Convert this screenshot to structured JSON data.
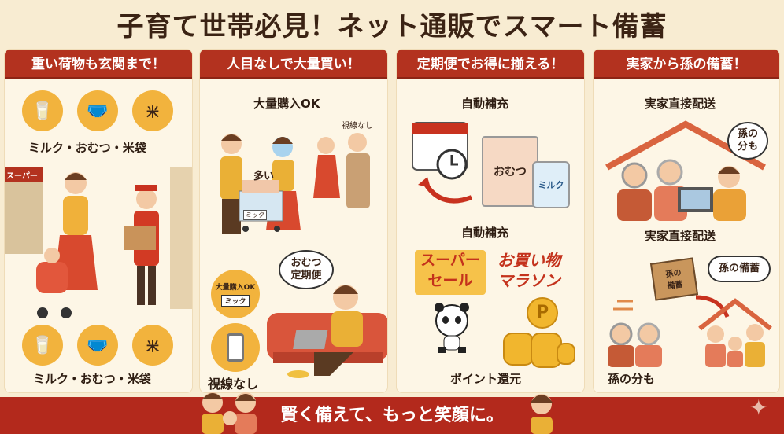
{
  "title": "子育て世帯必見！ネット通販でスマート備蓄",
  "panels": [
    {
      "heading": "重い荷物も玄関まで！",
      "items_top": "ミルク・おむつ・米袋",
      "store_sign": "スーパー",
      "items_bottom": "ミルク・おむつ・米袋",
      "rice_label": "米"
    },
    {
      "heading": "人目なしで大量買い！",
      "caption_top": "大量購入OK",
      "many": "多い",
      "no_gaze_small": "視線なし",
      "cart_label": "ミック",
      "bubble": "おむつ\n定期便",
      "badge": "大量購入OK",
      "badge_cart": "ミック",
      "caption_bottom": "視線なし"
    },
    {
      "heading": "定期便でお得に揃える！",
      "caption_top": "自動補充",
      "diaper_box": "おむつ",
      "milk_can": "ミルク",
      "caption_mid": "自動補充",
      "sale_line1": "スーパー",
      "sale_line2": "セール",
      "marathon_line1": "お買い物",
      "marathon_line2": "マラソン",
      "coin": "P",
      "caption_bottom": "ポイント還元"
    },
    {
      "heading": "実家から孫の備蓄！",
      "caption_top": "実家直接配送",
      "bubble_top": "孫の\n分も",
      "caption_mid": "実家直接配送",
      "box_label": "孫の\n備蓄",
      "bubble_bottom": "孫の備蓄",
      "caption_bottom": "孫の分も"
    }
  ],
  "banner": "賢く備えて、もっと笑顔に。",
  "colors": {
    "accent_red": "#b3321f",
    "background": "#f8ecd2",
    "panel": "#fdf6e6",
    "gold": "#f2b33d"
  }
}
